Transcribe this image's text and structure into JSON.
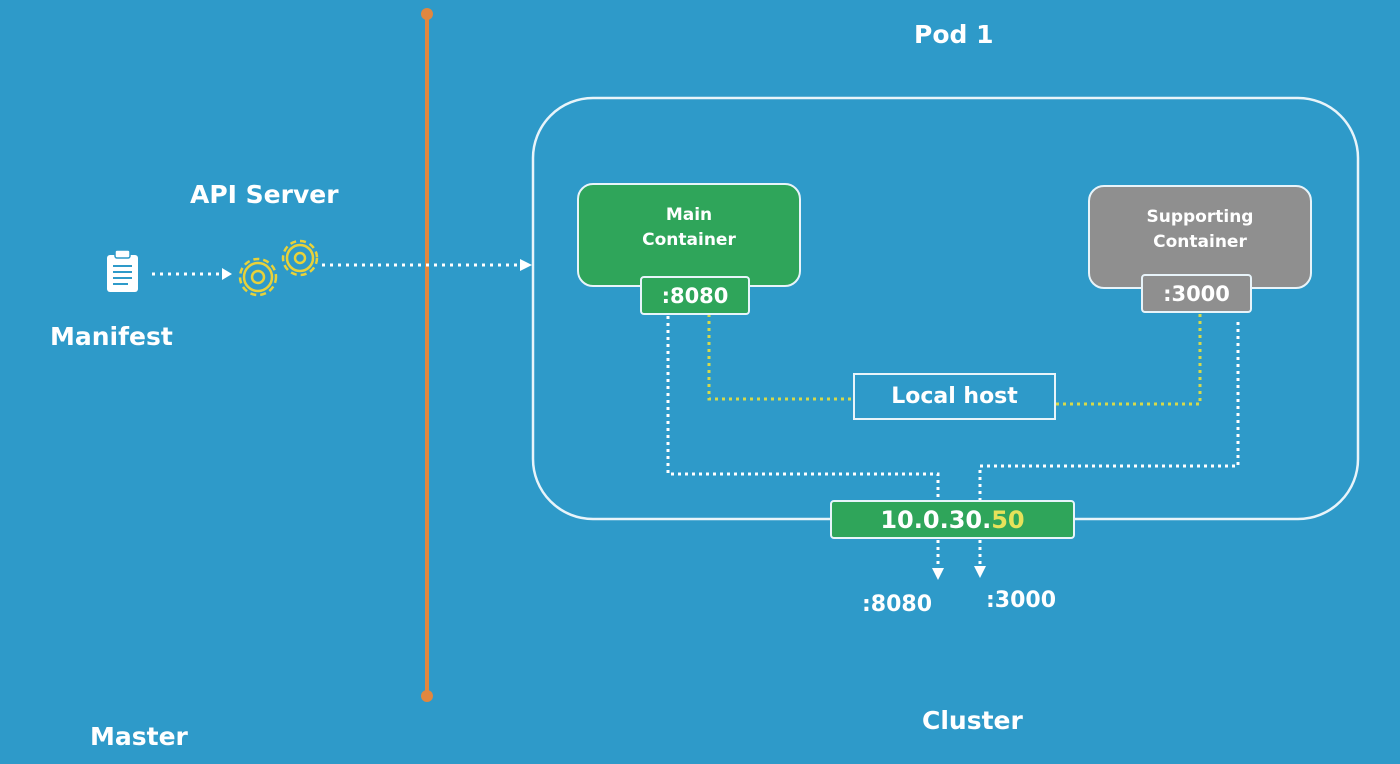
{
  "master": {
    "title": "Master",
    "api_server_label": "API Server",
    "manifest_label": "Manifest",
    "manifest_icon": "clipboard-icon",
    "api_server_icon": "gears-icon"
  },
  "cluster": {
    "title": "Cluster",
    "pod": {
      "title": "Pod 1",
      "main_container": {
        "label_line1": "Main",
        "label_line2": "Container",
        "port": ":8080",
        "color": "#2fa55a"
      },
      "supporting_container": {
        "label_line1": "Supporting",
        "label_line2": "Container",
        "port": ":3000",
        "color": "#8f8f8f"
      },
      "localhost_label": "Local host",
      "ip": {
        "prefix": "10.0.30.",
        "suffix": "50",
        "suffix_color": "#e6e25a"
      }
    },
    "exposed_ports": [
      ":8080",
      ":3000"
    ]
  },
  "colors": {
    "background": "#2e9ac9",
    "divider": "#e0873f",
    "local_link": "#d6d94a",
    "gear": "#e8d23a"
  }
}
